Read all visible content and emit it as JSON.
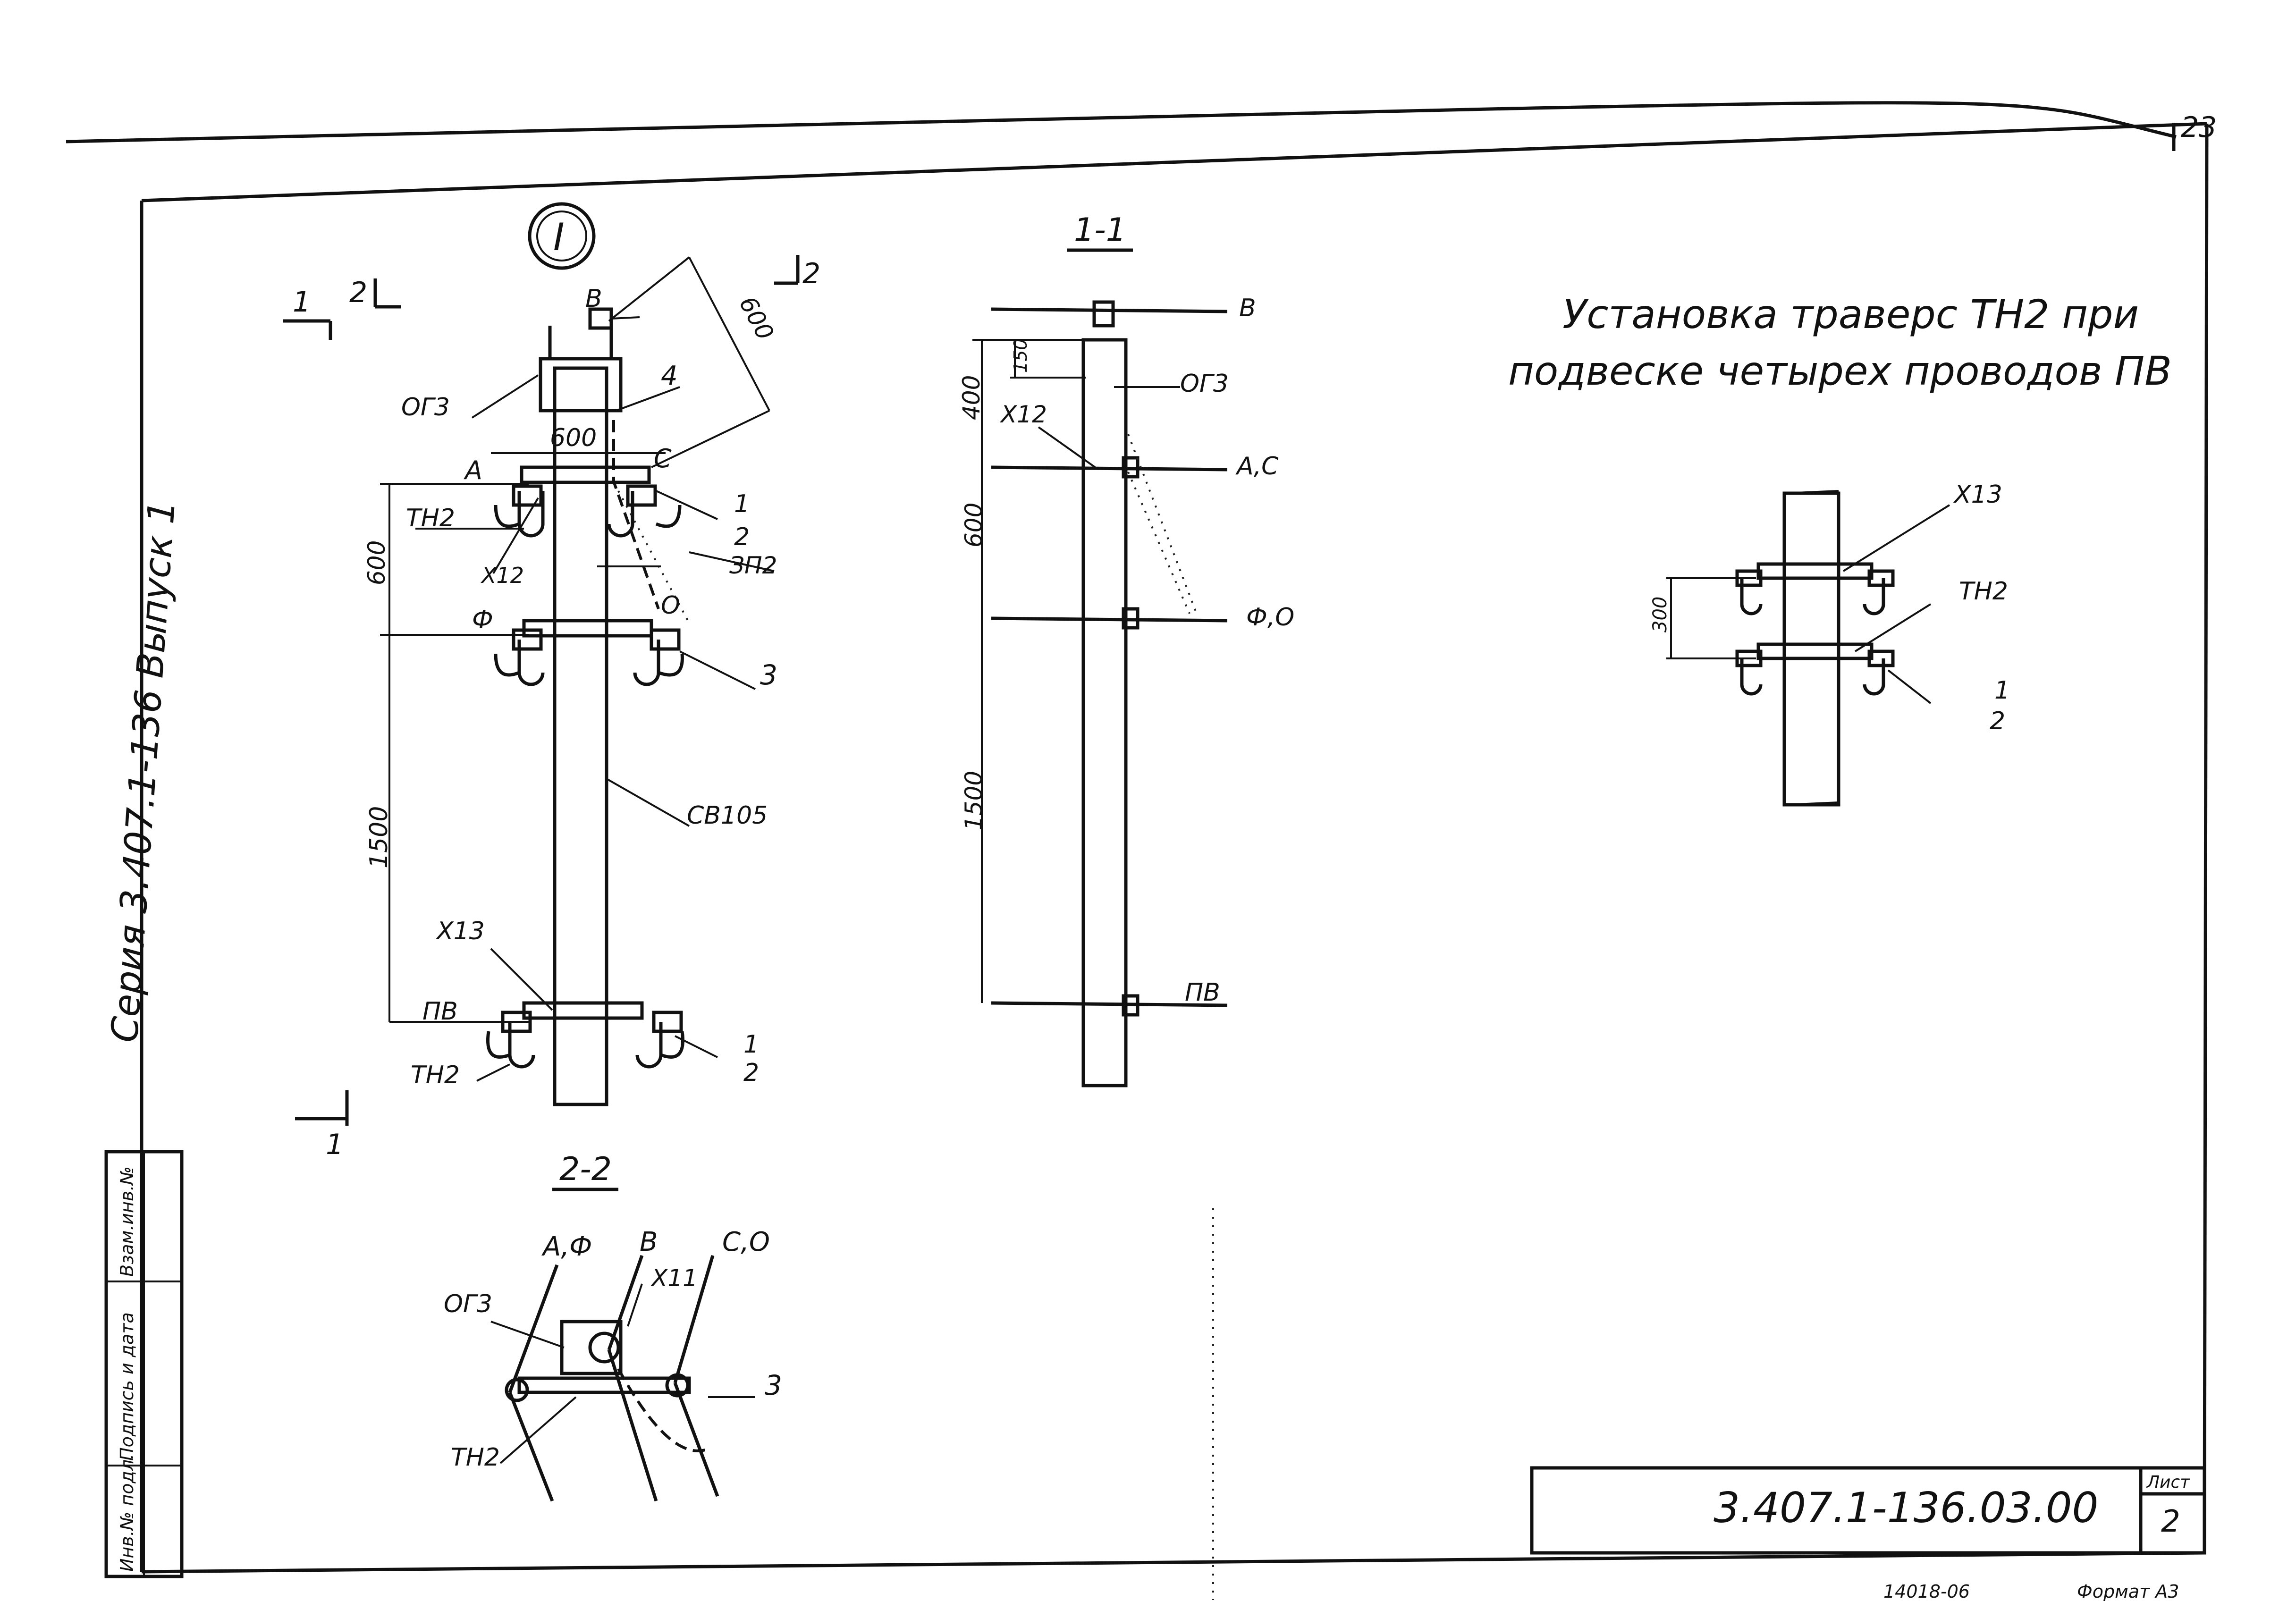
{
  "sheet_number_top": "23",
  "title_line1": "Установка траверс ТН2 при",
  "title_line2": "подвеске четырех проводов ПВ",
  "side_series": "Серия 3.407.1-136 Выпуск 1",
  "stamp": {
    "col1": "Инв.№ подл.",
    "col2": "Подпись и дата",
    "col3": "Взам.инв.№"
  },
  "doc_code": "3.407.1-136.03.00",
  "sheet_label": "Лист",
  "sheet_value": "2",
  "footer_left": "14018-06",
  "footer_right": "Формат А3",
  "view_main": {
    "marker": "I",
    "sec1_top": "1",
    "sec2_left": "2",
    "sec2_right": "2",
    "sec1_bottom": "1",
    "labels": {
      "B": "В",
      "og3": "ОГ3",
      "n4": "4",
      "dim600_top": "600",
      "dim600_diag": "600",
      "A": "А",
      "C": "С",
      "th2": "ТН2",
      "n1a": "1",
      "n2a": "2",
      "x12": "Х12",
      "zp2": "ЗП2",
      "dim600_left": "600",
      "phi": "Ф",
      "O": "О",
      "n3": "3",
      "dim1500": "1500",
      "cb105": "СВ105",
      "x13": "Х13",
      "pv": "ПВ",
      "n1b": "1",
      "n2b": "2",
      "th2b": "ТН2"
    }
  },
  "view_11": {
    "title": "1-1",
    "labels": {
      "B": "В",
      "dim150": "150",
      "og3": "ОГ3",
      "dim400": "400",
      "x12": "Х12",
      "AC": "А,С",
      "dim600": "600",
      "phiO": "Ф,О",
      "dim1500": "1500",
      "pv": "ПВ"
    }
  },
  "view_22": {
    "title": "2-2",
    "labels": {
      "AF": "А,Ф",
      "B": "В",
      "CO": "С,О",
      "x11": "Х11",
      "og3": "ОГ3",
      "n3": "3",
      "th2": "ТН2"
    }
  },
  "view_right": {
    "labels": {
      "x13": "Х13",
      "th2": "ТН2",
      "dim300": "300",
      "n1": "1",
      "n2": "2"
    }
  }
}
